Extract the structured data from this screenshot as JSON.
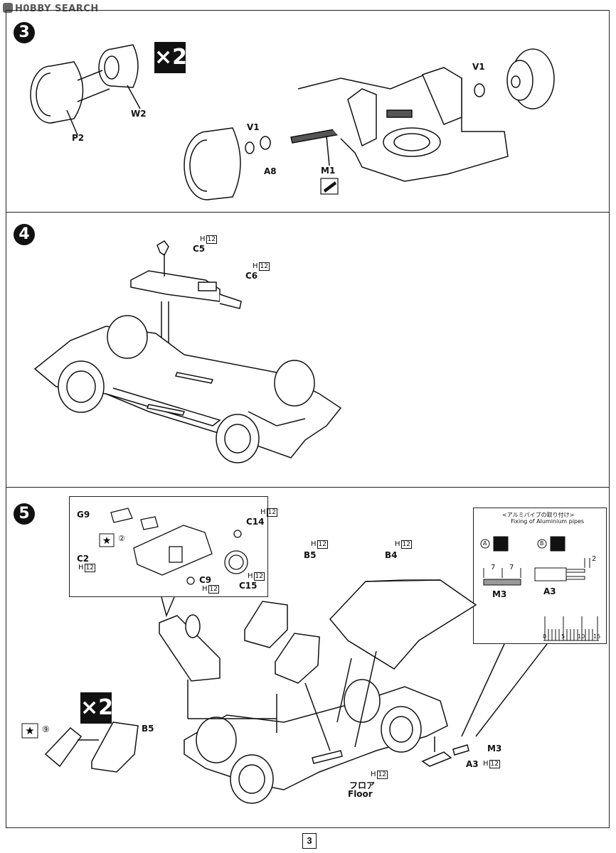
{
  "watermark": "H0BBY SEARCH",
  "steps": {
    "s3": {
      "number": "3",
      "multiplier": "×2",
      "labels": {
        "p2": "P2",
        "w2": "W2",
        "v1a": "V1",
        "a8": "A8",
        "m1": "M1",
        "v1b": "V1"
      }
    },
    "s4": {
      "number": "4",
      "labels": {
        "c5": "C5",
        "c6": "C6"
      },
      "h_c5": "H",
      "h_c5_box": "12",
      "h_c6": "H",
      "h_c6_box": "12"
    },
    "s5": {
      "number": "5",
      "multiplier": "×2",
      "labels": {
        "g9": "G9",
        "c2": "C2",
        "c14": "C14",
        "c9": "C9",
        "c15": "C15",
        "b5a": "B5",
        "b4": "B4",
        "b5b": "B5",
        "m3": "M3",
        "a3": "A3",
        "floor_jp": "フロア",
        "floor_en": "Floor",
        "circ2": "②",
        "circ9": "⑨"
      },
      "h": "H",
      "h_box": "12",
      "pipes": {
        "title_jp": "<アルミパイプの取り付け>",
        "title_en": "Fixing of Aluminium pipes",
        "mark_a": "A",
        "mark_b": "B",
        "dim_7a": "7",
        "dim_7b": "7",
        "dim_2": "2",
        "m3": "M3",
        "a3": "A3",
        "ruler_ticks": [
          "0",
          "5",
          "10",
          "15"
        ]
      }
    }
  },
  "page_number": "3"
}
